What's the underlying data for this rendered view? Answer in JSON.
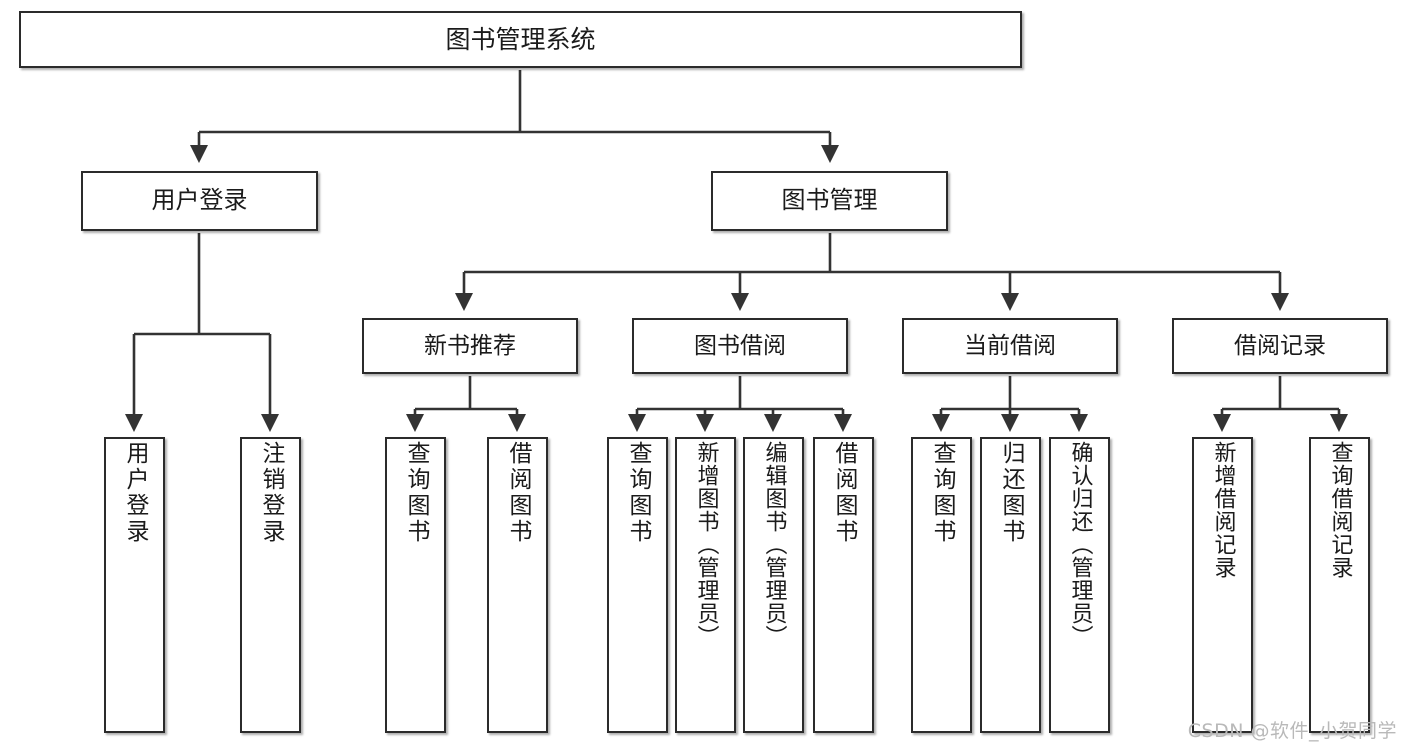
{
  "diagram": {
    "title": "图书管理系统",
    "type": "tree",
    "watermark": "CSDN @软件_小贺同学",
    "colors": {
      "border": "#2b2b2b",
      "fill": "#ffffff",
      "text": "#1b1b1b",
      "edge": "#333333",
      "watermark": "#b9b9b9"
    },
    "root": {
      "label": "图书管理系统"
    },
    "level2": [
      {
        "label": "用户登录"
      },
      {
        "label": "图书管理"
      }
    ],
    "level3": [
      {
        "label": "新书推荐"
      },
      {
        "label": "图书借阅"
      },
      {
        "label": "当前借阅"
      },
      {
        "label": "借阅记录"
      }
    ],
    "leaves": [
      {
        "label": "用户登录",
        "parent": "用户登录"
      },
      {
        "label": "注销登录",
        "parent": "用户登录"
      },
      {
        "label": "查询图书",
        "parent": "新书推荐"
      },
      {
        "label": "借阅图书",
        "parent": "新书推荐"
      },
      {
        "label": "查询图书",
        "parent": "图书借阅"
      },
      {
        "label": "新增图书（管理员）",
        "parent": "图书借阅"
      },
      {
        "label": "编辑图书（管理员）",
        "parent": "图书借阅"
      },
      {
        "label": "借阅图书",
        "parent": "图书借阅"
      },
      {
        "label": "查询图书",
        "parent": "当前借阅"
      },
      {
        "label": "归还图书",
        "parent": "当前借阅"
      },
      {
        "label": "确认归还（管理员）",
        "parent": "当前借阅"
      },
      {
        "label": "新增借阅记录",
        "parent": "借阅记录"
      },
      {
        "label": "查询借阅记录",
        "parent": "借阅记录"
      }
    ]
  }
}
